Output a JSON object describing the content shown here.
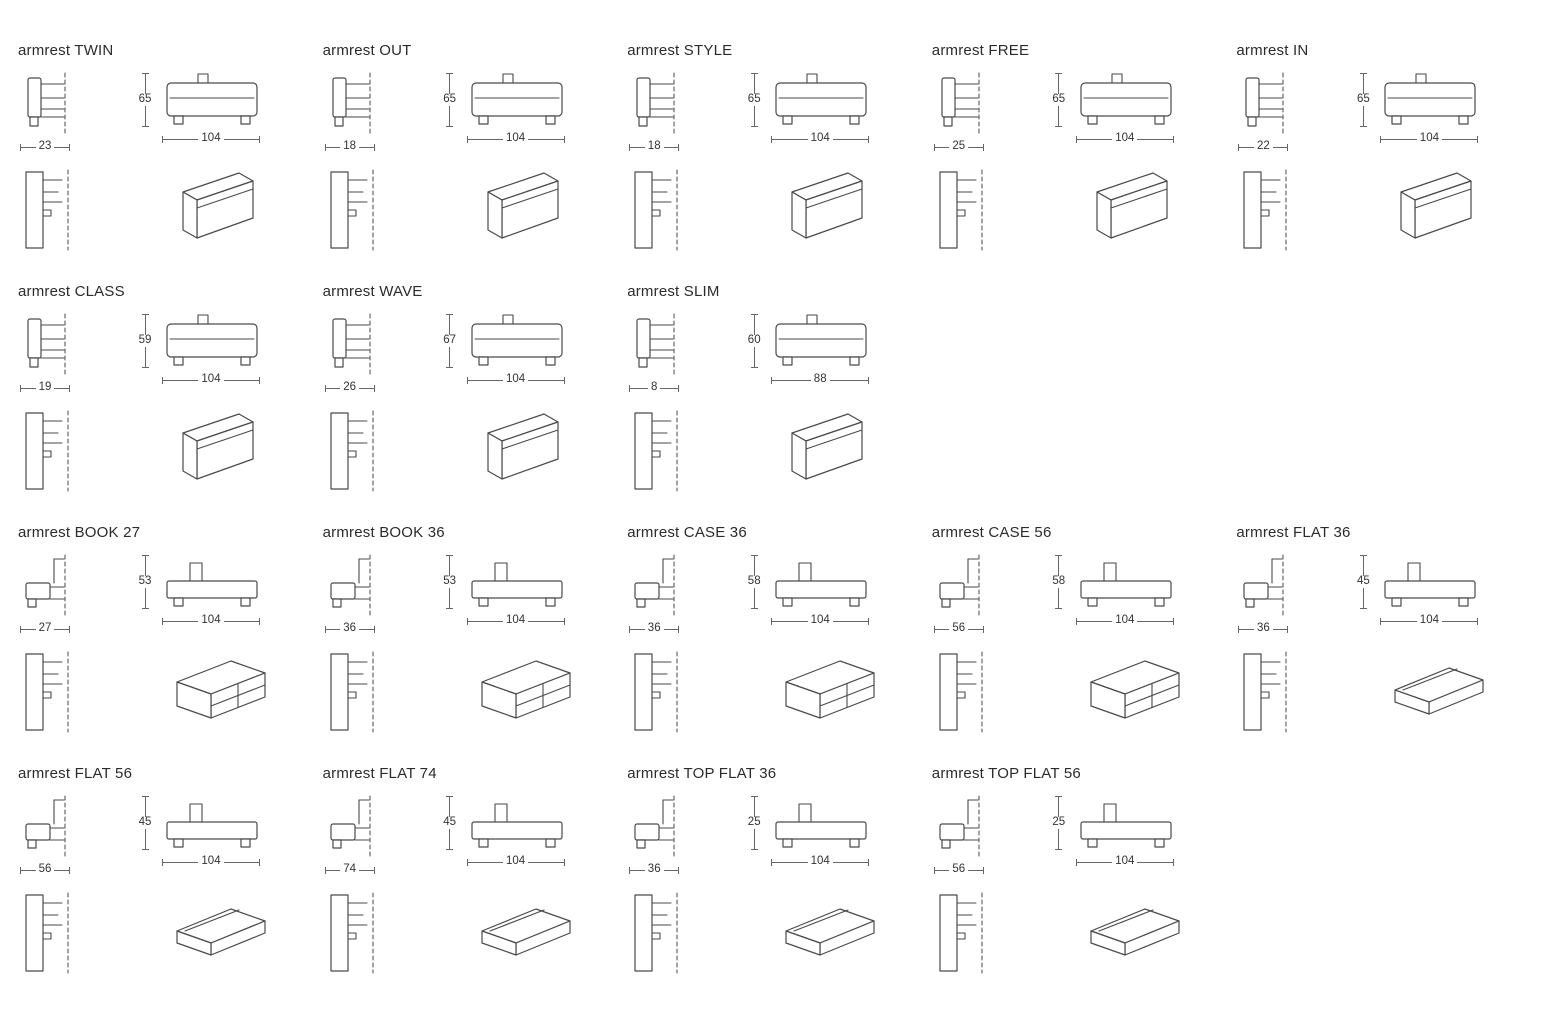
{
  "page": {
    "background": "#ffffff",
    "line_color": "#4a4a4a",
    "text_color": "#2b2b2b"
  },
  "cells": [
    {
      "title": "armrest TWIN",
      "row": 1,
      "col": 1,
      "variant": "tall",
      "dims": {
        "arm_width": "23",
        "height": "65",
        "depth": "104"
      }
    },
    {
      "title": "armrest OUT",
      "row": 1,
      "col": 2,
      "variant": "tall",
      "dims": {
        "arm_width": "18",
        "height": "65",
        "depth": "104"
      }
    },
    {
      "title": "armrest STYLE",
      "row": 1,
      "col": 3,
      "variant": "tall",
      "dims": {
        "arm_width": "18",
        "height": "65",
        "depth": "104"
      }
    },
    {
      "title": "armrest FREE",
      "row": 1,
      "col": 4,
      "variant": "tall",
      "dims": {
        "arm_width": "25",
        "height": "65",
        "depth": "104"
      }
    },
    {
      "title": "armrest IN",
      "row": 1,
      "col": 5,
      "variant": "tall",
      "dims": {
        "arm_width": "22",
        "height": "65",
        "depth": "104"
      }
    },
    {
      "title": "armrest CLASS",
      "row": 2,
      "col": 1,
      "variant": "tall",
      "dims": {
        "arm_width": "19",
        "height": "59",
        "depth": "104"
      }
    },
    {
      "title": "armrest WAVE",
      "row": 2,
      "col": 2,
      "variant": "tall",
      "dims": {
        "arm_width": "26",
        "height": "67",
        "depth": "104"
      }
    },
    {
      "title": "armrest SLIM",
      "row": 2,
      "col": 3,
      "variant": "tall",
      "dims": {
        "arm_width": "8",
        "height": "60",
        "depth": "88"
      }
    },
    {
      "title": "armrest BOOK 27",
      "row": 3,
      "col": 1,
      "variant": "book",
      "dims": {
        "arm_width": "27",
        "height": "53",
        "depth": "104"
      }
    },
    {
      "title": "armrest BOOK 36",
      "row": 3,
      "col": 2,
      "variant": "book",
      "dims": {
        "arm_width": "36",
        "height": "53",
        "depth": "104"
      }
    },
    {
      "title": "armrest CASE 36",
      "row": 3,
      "col": 3,
      "variant": "book",
      "dims": {
        "arm_width": "36",
        "height": "58",
        "depth": "104"
      }
    },
    {
      "title": "armrest CASE 56",
      "row": 3,
      "col": 4,
      "variant": "book",
      "dims": {
        "arm_width": "56",
        "height": "58",
        "depth": "104"
      }
    },
    {
      "title": "armrest FLAT 36",
      "row": 3,
      "col": 5,
      "variant": "flat",
      "dims": {
        "arm_width": "36",
        "height": "45",
        "depth": "104"
      }
    },
    {
      "title": "armrest FLAT 56",
      "row": 4,
      "col": 1,
      "variant": "flat",
      "dims": {
        "arm_width": "56",
        "height": "45",
        "depth": "104"
      }
    },
    {
      "title": "armrest FLAT 74",
      "row": 4,
      "col": 2,
      "variant": "flat",
      "dims": {
        "arm_width": "74",
        "height": "45",
        "depth": "104"
      }
    },
    {
      "title": "armrest TOP FLAT 36",
      "row": 4,
      "col": 3,
      "variant": "flat",
      "dims": {
        "arm_width": "36",
        "height": "25",
        "depth": "104"
      }
    },
    {
      "title": "armrest TOP FLAT 56",
      "row": 4,
      "col": 4,
      "variant": "flat",
      "dims": {
        "arm_width": "56",
        "height": "25",
        "depth": "104"
      }
    }
  ]
}
